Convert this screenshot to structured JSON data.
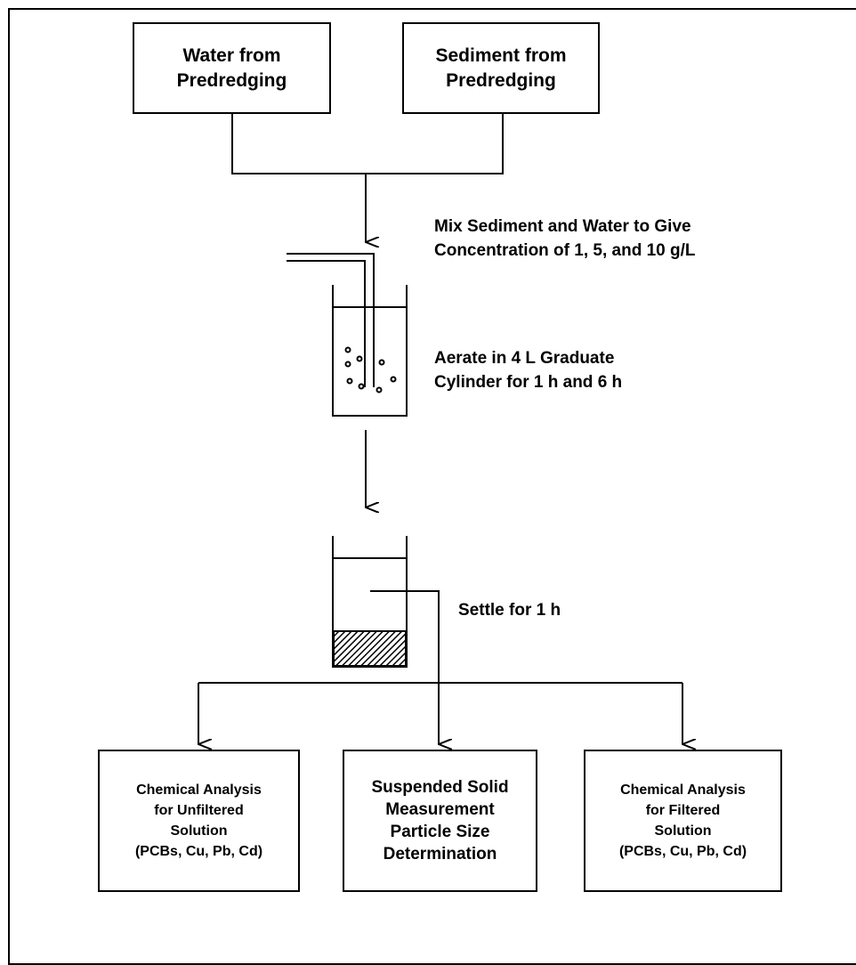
{
  "inputs": {
    "water": "Water from\nPredredging",
    "sediment": "Sediment from\nPredredging"
  },
  "steps": {
    "mix": "Mix Sediment and Water to Give\nConcentration of 1, 5, and 10 g/L",
    "aerate": "Aerate in 4 L Graduate\nCylinder for 1 h and 6 h",
    "settle": "Settle for 1 h"
  },
  "outputs": {
    "unfiltered": "Chemical Analysis\nfor Unfiltered\nSolution\n(PCBs, Cu, Pb, Cd)",
    "suspended": "Suspended Solid\nMeasurement\nParticle Size\nDetermination",
    "filtered": "Chemical Analysis\nfor Filtered\nSolution\n(PCBs, Cu, Pb, Cd)"
  }
}
